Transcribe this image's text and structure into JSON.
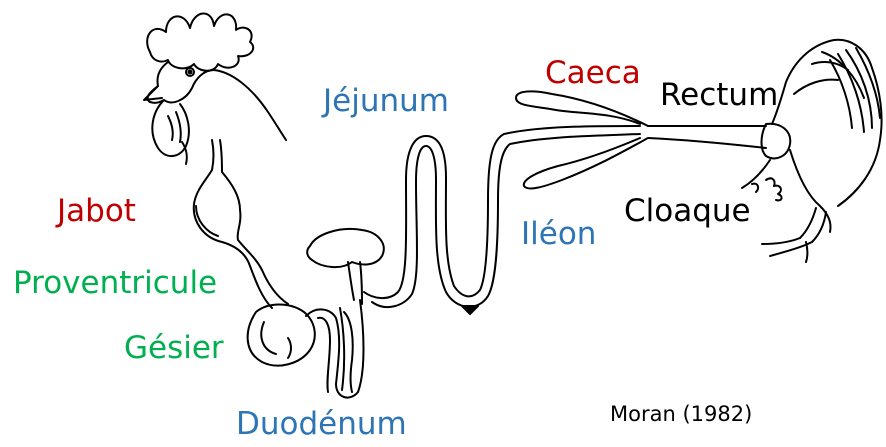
{
  "labels": {
    "caeca": "Caeca",
    "rectum": "Rectum",
    "jejunum": "Jéjunum",
    "jabot": "Jabot",
    "cloaque": "Cloaque",
    "ileon": "Iléon",
    "proventricule": "Proventricule",
    "gesier": "Gésier",
    "duodenum": "Duodénum"
  },
  "citation": "Moran (1982)",
  "colors": {
    "red": "#c00000",
    "green": "#00b050",
    "blue": "#2e75b6",
    "black": "#000000"
  }
}
